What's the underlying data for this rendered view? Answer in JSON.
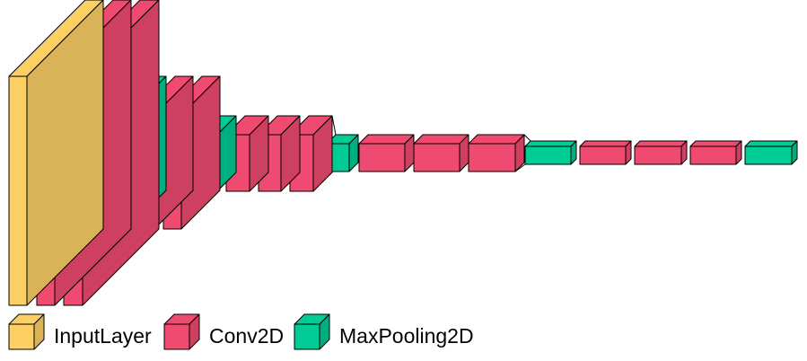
{
  "colors": {
    "InputLayer": "#FDD065",
    "Conv2D": "#EF4A6F",
    "MaxPooling2D": "#00CC95",
    "stroke": "#000000"
  },
  "layers": [
    {
      "type": "InputLayer"
    },
    {
      "type": "Conv2D"
    },
    {
      "type": "Conv2D"
    },
    {
      "type": "MaxPooling2D"
    },
    {
      "type": "Conv2D"
    },
    {
      "type": "Conv2D"
    },
    {
      "type": "MaxPooling2D"
    },
    {
      "type": "Conv2D"
    },
    {
      "type": "Conv2D"
    },
    {
      "type": "Conv2D"
    },
    {
      "type": "MaxPooling2D"
    },
    {
      "type": "Conv2D"
    },
    {
      "type": "Conv2D"
    },
    {
      "type": "Conv2D"
    },
    {
      "type": "MaxPooling2D"
    },
    {
      "type": "Conv2D"
    },
    {
      "type": "Conv2D"
    },
    {
      "type": "Conv2D"
    },
    {
      "type": "MaxPooling2D"
    }
  ],
  "legend": [
    {
      "type": "InputLayer",
      "label": "InputLayer"
    },
    {
      "type": "Conv2D",
      "label": "Conv2D"
    },
    {
      "type": "MaxPooling2D",
      "label": "MaxPooling2D"
    }
  ]
}
